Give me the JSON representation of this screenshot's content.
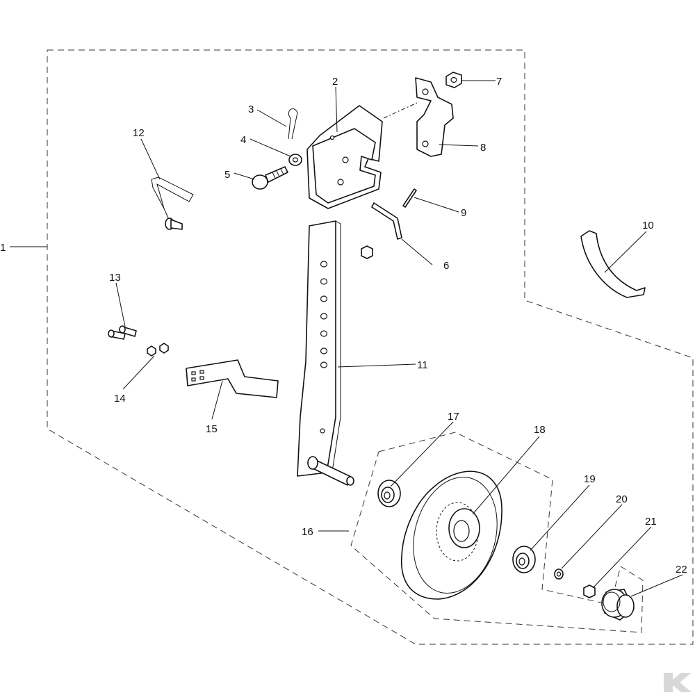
{
  "callouts": [
    {
      "id": "1",
      "label": "1"
    },
    {
      "id": "2",
      "label": "2"
    },
    {
      "id": "3",
      "label": "3"
    },
    {
      "id": "4",
      "label": "4"
    },
    {
      "id": "5",
      "label": "5"
    },
    {
      "id": "6",
      "label": "6"
    },
    {
      "id": "7",
      "label": "7"
    },
    {
      "id": "8",
      "label": "8"
    },
    {
      "id": "9",
      "label": "9"
    },
    {
      "id": "10",
      "label": "10"
    },
    {
      "id": "11",
      "label": "11"
    },
    {
      "id": "12",
      "label": "12"
    },
    {
      "id": "13",
      "label": "13"
    },
    {
      "id": "14",
      "label": "14"
    },
    {
      "id": "15",
      "label": "15"
    },
    {
      "id": "16",
      "label": "16"
    },
    {
      "id": "17",
      "label": "17"
    },
    {
      "id": "18",
      "label": "18"
    },
    {
      "id": "19",
      "label": "19"
    },
    {
      "id": "20",
      "label": "20"
    },
    {
      "id": "21",
      "label": "21"
    },
    {
      "id": "22",
      "label": "22"
    }
  ],
  "watermark": {
    "icon": "brand-logo-icon",
    "color": "#d8d8d8"
  }
}
